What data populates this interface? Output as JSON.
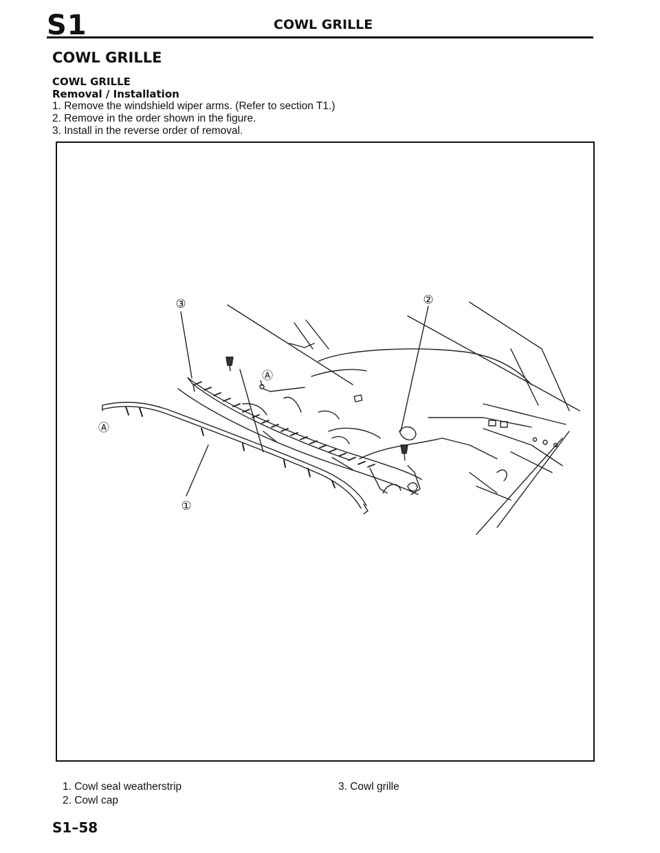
{
  "header": {
    "section_code": "S1",
    "running_title": "COWL GRILLE"
  },
  "main_heading": "COWL GRILLE",
  "sub_heading": "COWL GRILLE",
  "procedure_title": "Removal / Installation",
  "steps": [
    "1. Remove the windshield wiper arms. (Refer to section T1.)",
    "2. Remove in the order shown in the figure.",
    "3. Install in the reverse order of removal."
  ],
  "figure": {
    "callouts": [
      "①",
      "②",
      "③",
      "Ⓐ"
    ]
  },
  "legend": {
    "items": [
      "1. Cowl seal weatherstrip",
      "2. Cowl cap",
      "3. Cowl grille"
    ]
  },
  "page_number": "S1–58"
}
